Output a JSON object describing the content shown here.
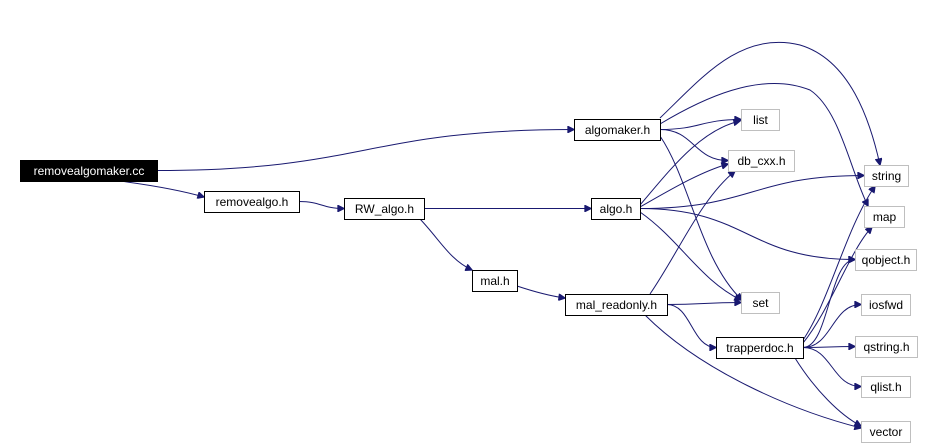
{
  "graph": {
    "edge_color": "#191970",
    "nodes": [
      {
        "id": "removealgomaker_cc",
        "label": "removealgomaker.cc",
        "kind": "root"
      },
      {
        "id": "removealgo_h",
        "label": "removealgo.h",
        "kind": "local"
      },
      {
        "id": "rw_algo_h",
        "label": "RW_algo.h",
        "kind": "local"
      },
      {
        "id": "algomaker_h",
        "label": "algomaker.h",
        "kind": "local"
      },
      {
        "id": "algo_h",
        "label": "algo.h",
        "kind": "local"
      },
      {
        "id": "mal_h",
        "label": "mal.h",
        "kind": "local"
      },
      {
        "id": "mal_readonly_h",
        "label": "mal_readonly.h",
        "kind": "local"
      },
      {
        "id": "trapperdoc_h",
        "label": "trapperdoc.h",
        "kind": "local"
      },
      {
        "id": "list",
        "label": "list",
        "kind": "external"
      },
      {
        "id": "db_cxx_h",
        "label": "db_cxx.h",
        "kind": "external"
      },
      {
        "id": "set",
        "label": "set",
        "kind": "external"
      },
      {
        "id": "string",
        "label": "string",
        "kind": "external"
      },
      {
        "id": "map",
        "label": "map",
        "kind": "external"
      },
      {
        "id": "qobject_h",
        "label": "qobject.h",
        "kind": "external"
      },
      {
        "id": "iosfwd",
        "label": "iosfwd",
        "kind": "external"
      },
      {
        "id": "qstring_h",
        "label": "qstring.h",
        "kind": "external"
      },
      {
        "id": "qlist_h",
        "label": "qlist.h",
        "kind": "external"
      },
      {
        "id": "vector",
        "label": "vector",
        "kind": "external"
      }
    ],
    "edges": [
      {
        "from": "removealgomaker_cc",
        "to": "algomaker_h"
      },
      {
        "from": "removealgomaker_cc",
        "to": "removealgo_h"
      },
      {
        "from": "removealgo_h",
        "to": "rw_algo_h"
      },
      {
        "from": "rw_algo_h",
        "to": "algo_h"
      },
      {
        "from": "rw_algo_h",
        "to": "mal_h"
      },
      {
        "from": "mal_h",
        "to": "mal_readonly_h"
      },
      {
        "from": "algomaker_h",
        "to": "list"
      },
      {
        "from": "algomaker_h",
        "to": "db_cxx_h"
      },
      {
        "from": "algomaker_h",
        "to": "string"
      },
      {
        "from": "algomaker_h",
        "to": "map"
      },
      {
        "from": "algomaker_h",
        "to": "set"
      },
      {
        "from": "algo_h",
        "to": "list"
      },
      {
        "from": "algo_h",
        "to": "db_cxx_h"
      },
      {
        "from": "algo_h",
        "to": "string"
      },
      {
        "from": "algo_h",
        "to": "qobject_h"
      },
      {
        "from": "algo_h",
        "to": "set"
      },
      {
        "from": "mal_readonly_h",
        "to": "db_cxx_h"
      },
      {
        "from": "mal_readonly_h",
        "to": "set"
      },
      {
        "from": "mal_readonly_h",
        "to": "trapperdoc_h"
      },
      {
        "from": "mal_readonly_h",
        "to": "vector"
      },
      {
        "from": "trapperdoc_h",
        "to": "string"
      },
      {
        "from": "trapperdoc_h",
        "to": "map"
      },
      {
        "from": "trapperdoc_h",
        "to": "qobject_h"
      },
      {
        "from": "trapperdoc_h",
        "to": "iosfwd"
      },
      {
        "from": "trapperdoc_h",
        "to": "qstring_h"
      },
      {
        "from": "trapperdoc_h",
        "to": "qlist_h"
      },
      {
        "from": "trapperdoc_h",
        "to": "vector"
      }
    ]
  }
}
